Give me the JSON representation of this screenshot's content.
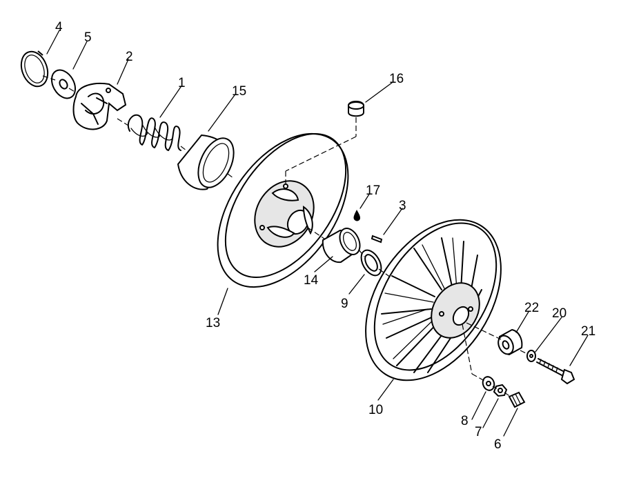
{
  "callouts": [
    {
      "id": "c4",
      "text": "4"
    },
    {
      "id": "c5",
      "text": "5"
    },
    {
      "id": "c2",
      "text": "2"
    },
    {
      "id": "c1",
      "text": "1"
    },
    {
      "id": "c15",
      "text": "15"
    },
    {
      "id": "c16",
      "text": "16"
    },
    {
      "id": "c17",
      "text": "17"
    },
    {
      "id": "c3",
      "text": "3"
    },
    {
      "id": "c13",
      "text": "13"
    },
    {
      "id": "c14",
      "text": "14"
    },
    {
      "id": "c9",
      "text": "9"
    },
    {
      "id": "c22",
      "text": "22"
    },
    {
      "id": "c20",
      "text": "20"
    },
    {
      "id": "c21",
      "text": "21"
    },
    {
      "id": "c10",
      "text": "10"
    },
    {
      "id": "c8",
      "text": "8"
    },
    {
      "id": "c7",
      "text": "7"
    },
    {
      "id": "c6",
      "text": "6"
    }
  ]
}
